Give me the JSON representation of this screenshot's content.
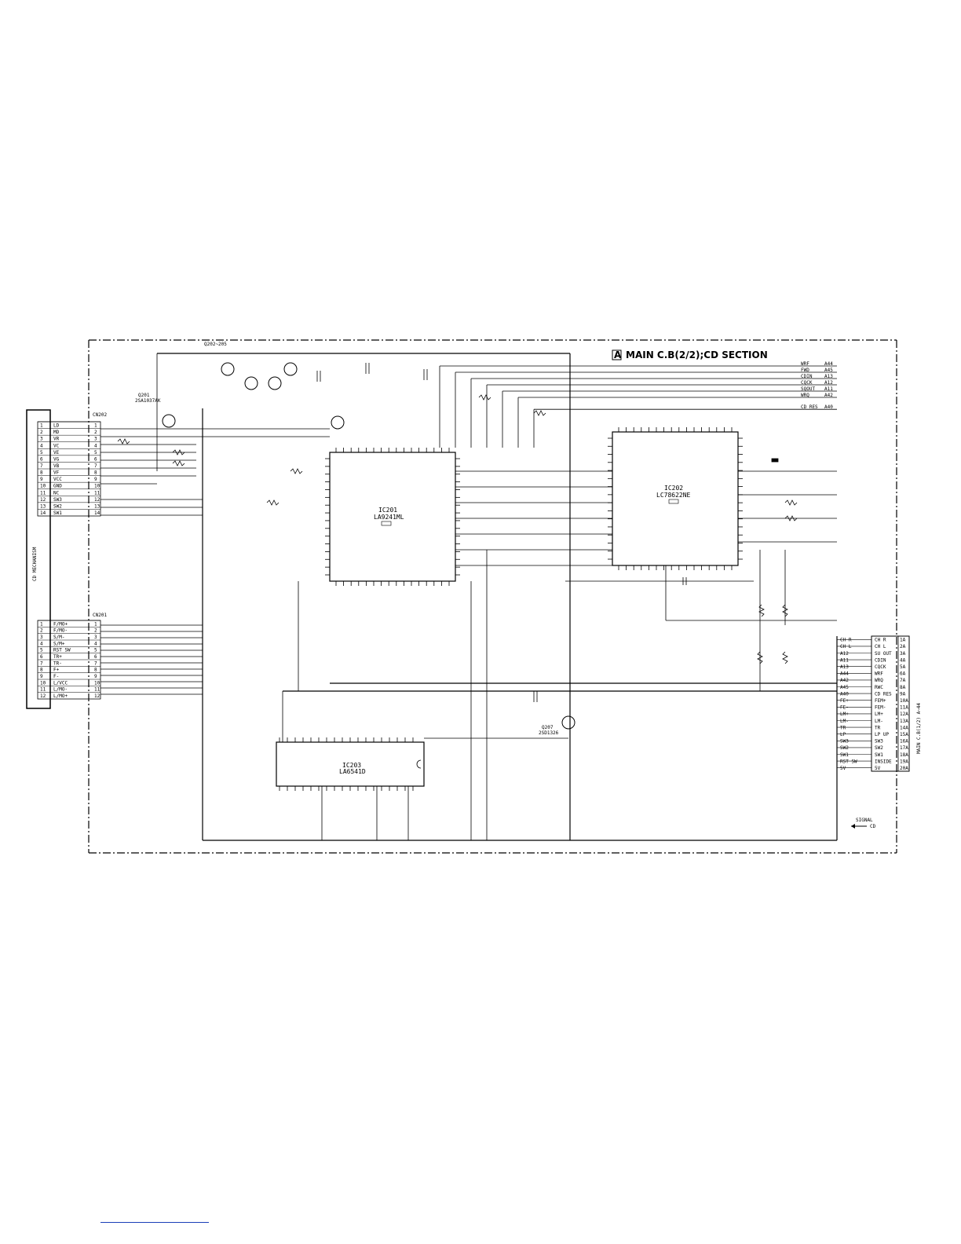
{
  "section_title": "MAIN C.B(2/2);CD SECTION",
  "section_letter": "A",
  "top_ref": "Q202~205",
  "cn202": {
    "ref": "CN202",
    "pins": [
      "LD",
      "MD",
      "VR",
      "VC",
      "VE",
      "VG",
      "VB",
      "VF",
      "VCC",
      "GND",
      "NC",
      "SW3",
      "SW2",
      "SW1"
    ],
    "pin_numbers": [
      "1",
      "2",
      "3",
      "4",
      "5",
      "6",
      "7",
      "8",
      "9",
      "10",
      "11",
      "12",
      "13",
      "14"
    ]
  },
  "cn201": {
    "ref": "CN201",
    "pins": [
      "F/MO+",
      "F/MO-",
      "S/M-",
      "S/M+",
      "RST SW",
      "TR+",
      "TR-",
      "F+",
      "F-",
      "L/VCC",
      "L/MO-",
      "L/MO+"
    ],
    "pin_numbers": [
      "1",
      "2",
      "3",
      "4",
      "5",
      "6",
      "7",
      "8",
      "9",
      "10",
      "11",
      "12"
    ]
  },
  "side_label_left": "CD MECHANISM",
  "side_label_right": "MAIN C.B(1/2) A~44",
  "ic201": {
    "ref": "IC201",
    "part": "LA9241ML"
  },
  "ic202": {
    "ref": "IC202",
    "part": "LC78622NE"
  },
  "ic203": {
    "ref": "IC203",
    "part": "LA6541D"
  },
  "q201": {
    "ref": "Q201",
    "part": "2SA1037AK"
  },
  "q207": {
    "ref": "Q207",
    "part": "2SD1326"
  },
  "out_bus": [
    "WRF",
    "FWD",
    "CDIN",
    "CQCK",
    "SQOUT",
    "WRQ",
    "CD RES"
  ],
  "out_bus_codes": [
    "A44",
    "A45",
    "A13",
    "A12",
    "A11",
    "A42",
    "A40"
  ],
  "right_connector": {
    "signals": [
      "CH R",
      "CH L",
      "SU OUT",
      "CDIN",
      "CQCK",
      "WRF",
      "WRQ",
      "RWC",
      "CD RES",
      "FEM+",
      "FEM-",
      "LM+",
      "LM-",
      "TR",
      "LP UP",
      "SW3",
      "SW2",
      "SW1",
      "INSIDE",
      "5V"
    ],
    "codes": [
      "1A",
      "2A",
      "3A",
      "4A",
      "5A",
      "6A",
      "7A",
      "8A",
      "9A",
      "10A",
      "11A",
      "12A",
      "13A",
      "14A",
      "15A",
      "16A",
      "17A",
      "18A",
      "19A",
      "20A"
    ],
    "left_labels": [
      "CH R",
      "CH L",
      "A12",
      "A11",
      "A13",
      "A44",
      "A42",
      "A45",
      "A40",
      "FE+",
      "FE-",
      "LM+",
      "LM-",
      "TR",
      "LP",
      "SW3",
      "SW2",
      "SW1",
      "RST SW",
      "5V"
    ]
  },
  "signal_legend": "SIGNAL",
  "signal_legend_sub": "CD",
  "colors": {
    "line": "#000000",
    "footer_rule": "#1a3fb8"
  }
}
